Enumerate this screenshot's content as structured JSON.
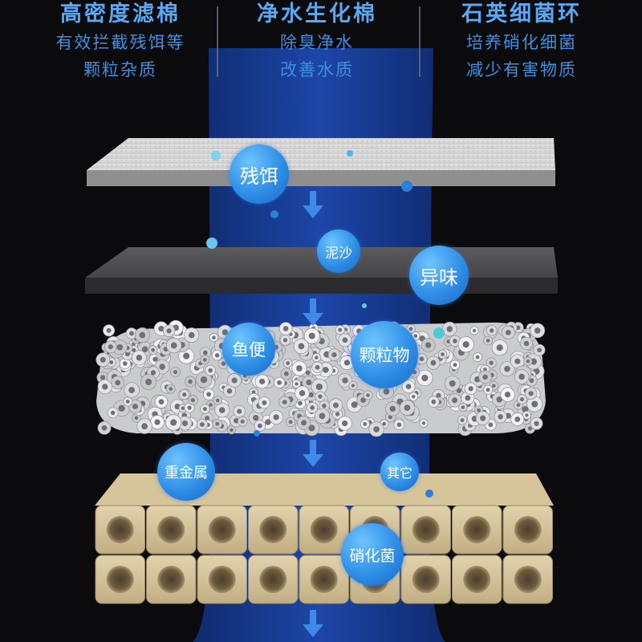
{
  "columns": [
    {
      "title": "高密度滤棉",
      "lines": [
        "有效拦截残饵等",
        "颗粒杂质"
      ]
    },
    {
      "title": "净水生化棉",
      "lines": [
        "除臭净水",
        "改善水质"
      ]
    },
    {
      "title": "石英细菌环",
      "lines": [
        "培养硝化细菌",
        "减少有害物质"
      ]
    }
  ],
  "bubbles": [
    "残饵",
    "泥沙",
    "异味",
    "鱼便",
    "颗粒物",
    "重金属",
    "其它",
    "硝化菌"
  ],
  "colors": {
    "title": "#5aa7f2",
    "subtitle": "#3f8fe0",
    "flow": "#1a3f9a",
    "arrow": "#3f8ae6"
  }
}
